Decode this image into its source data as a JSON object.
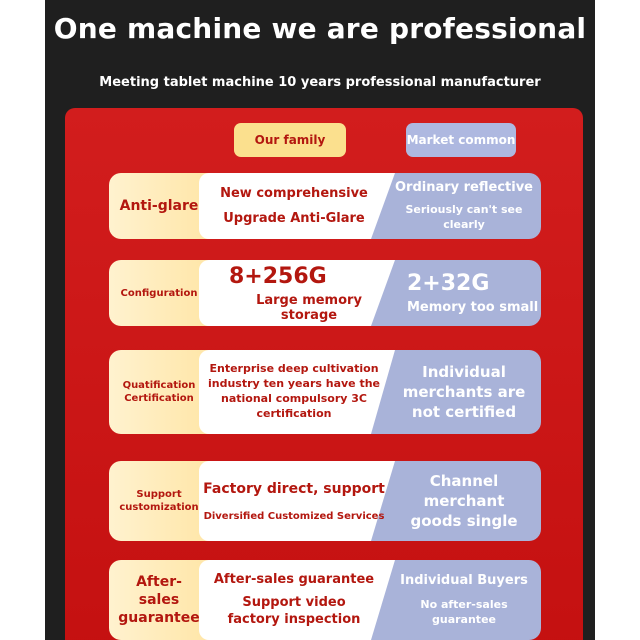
{
  "header": {
    "title": "One machine we are professional",
    "subtitle": "Meeting tablet machine 10 years professional manufacturer"
  },
  "columns": {
    "ours": "Our family",
    "market": "Market common"
  },
  "rows": [
    {
      "label": "Anti-glare",
      "ours": [
        "New comprehensive",
        "Upgrade Anti-Glare"
      ],
      "market": [
        "Ordinary reflective",
        "Seriously can't see clearly"
      ]
    },
    {
      "label": "Configuration",
      "ours": [
        "8+256G",
        "Large memory storage"
      ],
      "market": [
        "2+32G",
        "Memory too small"
      ]
    },
    {
      "label": "Quatification Certification",
      "ours": [
        "Enterprise deep cultivation industry ten years have the national compulsory 3C certification"
      ],
      "market": [
        "Individual merchants are not certified"
      ]
    },
    {
      "label": "Support customization",
      "ours": [
        "Factory direct, support",
        "Diversified Customized Services"
      ],
      "market": [
        "Channel merchant goods single"
      ]
    },
    {
      "label": "After-sales guarantee",
      "ours": [
        "After-sales guarantee",
        "Support video factory inspection"
      ],
      "market": [
        "Individual Buyers",
        "No after-sales guarantee"
      ]
    }
  ],
  "colors": {
    "background": "#1f1f1f",
    "panel_red": "#cc1616",
    "label_cream": "#fff0c8",
    "pill_gold": "#fbe08e",
    "market_blue": "#a9b3d9",
    "text_red": "#b3170f"
  }
}
